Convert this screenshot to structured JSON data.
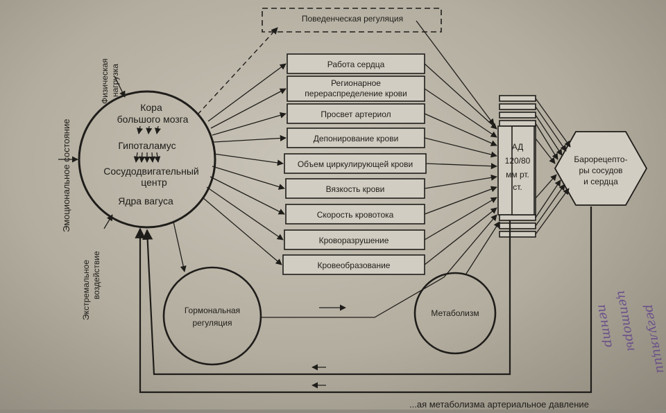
{
  "cns": {
    "line1": "Кора",
    "line2": "большого мозга",
    "line3": "Гипоталамус",
    "line4": "Сосудодвигательный",
    "line5": "центр",
    "line6": "Ядра вагуса"
  },
  "inputs": {
    "physical": [
      "Физическая",
      "нагрузка"
    ],
    "emotional": "Эмоциональное состояние",
    "extreme": [
      "Экстремальное",
      "воздействие"
    ]
  },
  "behavioral": "Поведенческая регуляция",
  "factors": [
    "Работа сердца",
    "Регионарное",
    "перераспределение крови",
    "Просвет артериол",
    "Депонирование крови",
    "Объем циркулирующей крови",
    "Вязкость крови",
    "Скорость кровотока",
    "Кроворазрушение",
    "Кровеобразование"
  ],
  "pressure": [
    "АД",
    "120/80",
    "мм рт.",
    "ст."
  ],
  "baro": [
    "Барорецепто-",
    "ры сосудов",
    "и сердца"
  ],
  "hormonal": [
    "Гормональная",
    "регуляция"
  ],
  "metabolism": "Метаболизм",
  "caption": "...ая метаболизма артериальное давление",
  "handwriting": [
    "цепторы",
    "пентр",
    "регуляции"
  ]
}
